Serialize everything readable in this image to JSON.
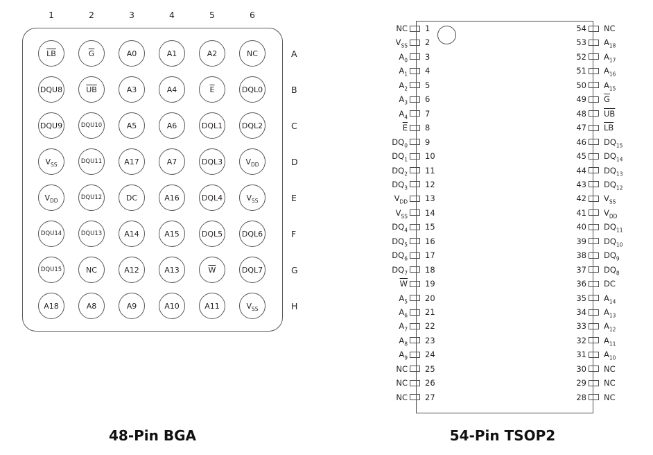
{
  "bga": {
    "title": "48-Pin BGA",
    "column_labels": [
      "1",
      "2",
      "3",
      "4",
      "5",
      "6"
    ],
    "row_labels": [
      "A",
      "B",
      "C",
      "D",
      "E",
      "F",
      "G",
      "H"
    ],
    "pins": [
      [
        "!LB",
        "!G",
        "A0",
        "A1",
        "A2",
        "NC"
      ],
      [
        "DQU8",
        "!UB",
        "A3",
        "A4",
        "!E",
        "DQL0"
      ],
      [
        "DQU9",
        "DQU10",
        "A5",
        "A6",
        "DQL1",
        "DQL2"
      ],
      [
        "V_SS",
        "DQU11",
        "A17",
        "A7",
        "DQL3",
        "V_DD"
      ],
      [
        "V_DD",
        "DQU12",
        "DC",
        "A16",
        "DQL4",
        "V_SS"
      ],
      [
        "DQU14",
        "DQU13",
        "A14",
        "A15",
        "DQL5",
        "DQL6"
      ],
      [
        "DQU15",
        "NC",
        "A12",
        "A13",
        "!W",
        "DQL7"
      ],
      [
        "A18",
        "A8",
        "A9",
        "A10",
        "A11",
        "V_SS"
      ]
    ]
  },
  "tsop": {
    "title": "54-Pin TSOP2",
    "left_pins": [
      {
        "n": "1",
        "label": "NC"
      },
      {
        "n": "2",
        "label": "V_SS"
      },
      {
        "n": "3",
        "label": "A_0"
      },
      {
        "n": "4",
        "label": "A_1"
      },
      {
        "n": "5",
        "label": "A_2"
      },
      {
        "n": "6",
        "label": "A_3"
      },
      {
        "n": "7",
        "label": "A_4"
      },
      {
        "n": "8",
        "label": "!E"
      },
      {
        "n": "9",
        "label": "DQ_0"
      },
      {
        "n": "10",
        "label": "DQ_1"
      },
      {
        "n": "11",
        "label": "DQ_2"
      },
      {
        "n": "12",
        "label": "DQ_3"
      },
      {
        "n": "13",
        "label": "V_DD"
      },
      {
        "n": "14",
        "label": "V_SS"
      },
      {
        "n": "15",
        "label": "DQ_4"
      },
      {
        "n": "16",
        "label": "DQ_5"
      },
      {
        "n": "17",
        "label": "DQ_6"
      },
      {
        "n": "18",
        "label": "DQ_7"
      },
      {
        "n": "19",
        "label": "!W"
      },
      {
        "n": "20",
        "label": "A_5"
      },
      {
        "n": "21",
        "label": "A_6"
      },
      {
        "n": "22",
        "label": "A_7"
      },
      {
        "n": "23",
        "label": "A_8"
      },
      {
        "n": "24",
        "label": "A_9"
      },
      {
        "n": "25",
        "label": "NC"
      },
      {
        "n": "26",
        "label": "NC"
      },
      {
        "n": "27",
        "label": "NC"
      }
    ],
    "right_pins": [
      {
        "n": "54",
        "label": "NC"
      },
      {
        "n": "53",
        "label": "A_18"
      },
      {
        "n": "52",
        "label": "A_17"
      },
      {
        "n": "51",
        "label": "A_16"
      },
      {
        "n": "50",
        "label": "A_15"
      },
      {
        "n": "49",
        "label": "!G"
      },
      {
        "n": "48",
        "label": "!UB"
      },
      {
        "n": "47",
        "label": "!LB"
      },
      {
        "n": "46",
        "label": "DQ_15"
      },
      {
        "n": "45",
        "label": "DQ_14"
      },
      {
        "n": "44",
        "label": "DQ_13"
      },
      {
        "n": "43",
        "label": "DQ_12"
      },
      {
        "n": "42",
        "label": "V_SS"
      },
      {
        "n": "41",
        "label": "V_DD"
      },
      {
        "n": "40",
        "label": "DQ_11"
      },
      {
        "n": "39",
        "label": "DQ_10"
      },
      {
        "n": "38",
        "label": "DQ_9"
      },
      {
        "n": "37",
        "label": "DQ_8"
      },
      {
        "n": "36",
        "label": "DC"
      },
      {
        "n": "35",
        "label": "A_14"
      },
      {
        "n": "34",
        "label": "A_13"
      },
      {
        "n": "33",
        "label": "A_12"
      },
      {
        "n": "32",
        "label": "A_11"
      },
      {
        "n": "31",
        "label": "A_10"
      },
      {
        "n": "30",
        "label": "NC"
      },
      {
        "n": "29",
        "label": "NC"
      },
      {
        "n": "28",
        "label": "NC"
      }
    ]
  },
  "colors": {
    "line": "#58585a",
    "text": "#231f20"
  }
}
